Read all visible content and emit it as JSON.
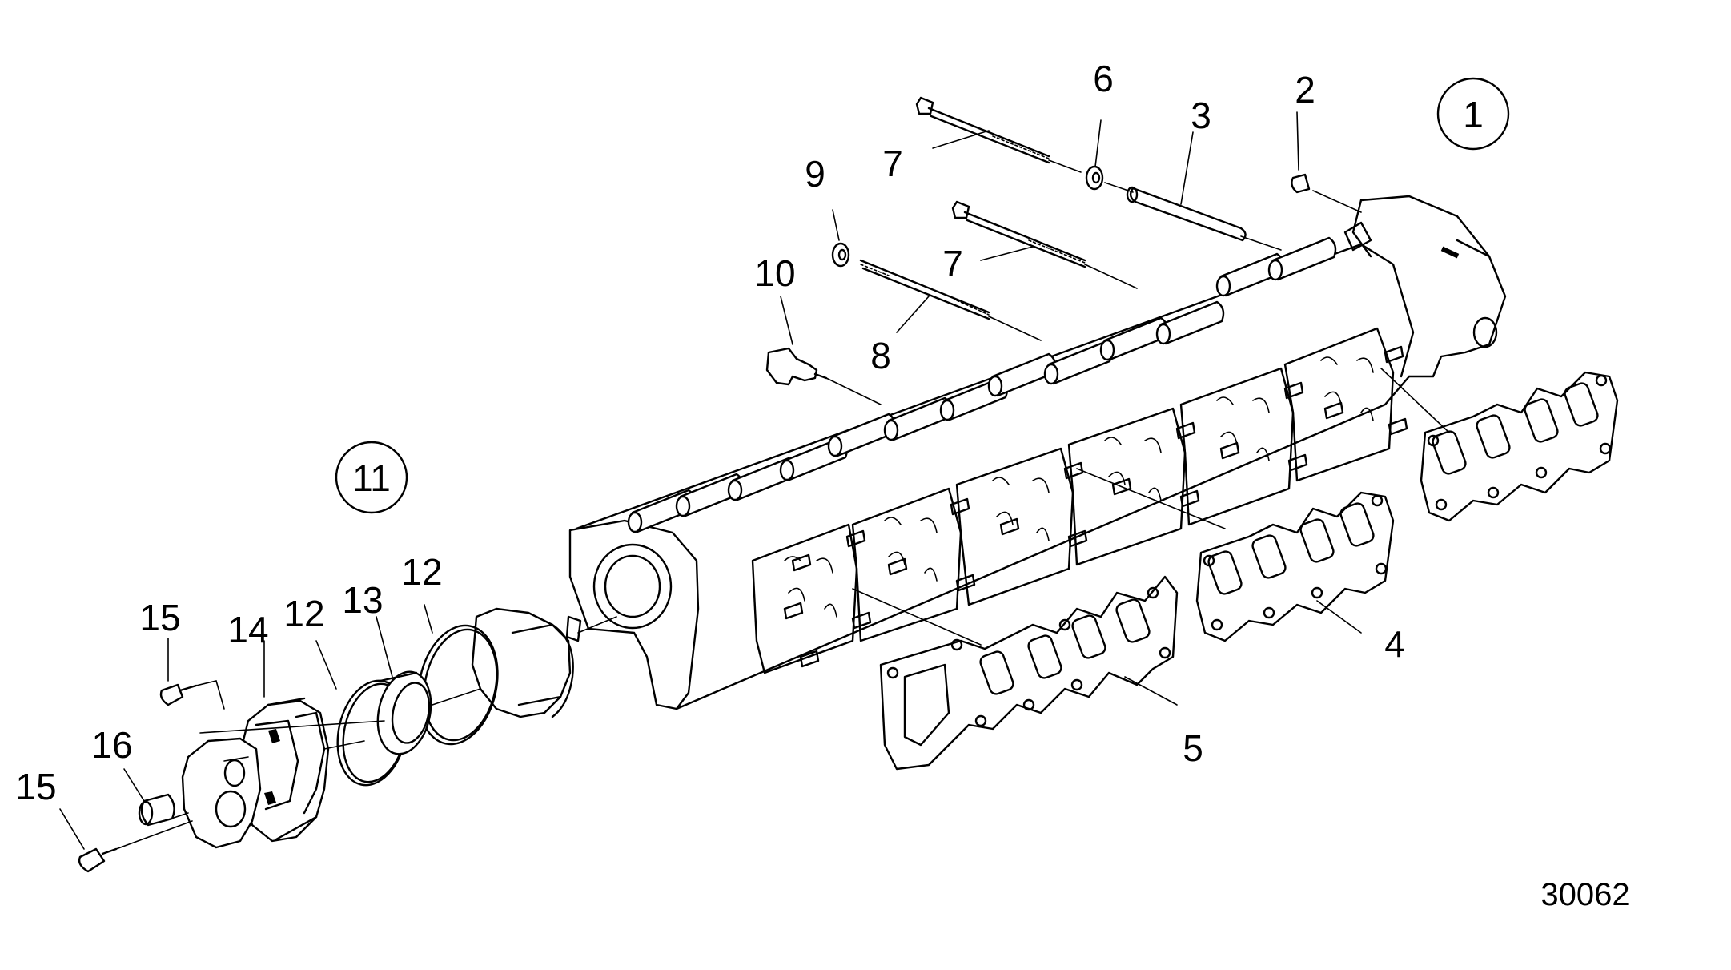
{
  "diagram": {
    "figure_number": "30062",
    "circled_labels": [
      "1",
      "11"
    ],
    "callouts": [
      "2",
      "3",
      "4",
      "5",
      "6",
      "7",
      "7",
      "8",
      "9",
      "10",
      "12",
      "12",
      "13",
      "14",
      "15",
      "15",
      "16"
    ]
  }
}
